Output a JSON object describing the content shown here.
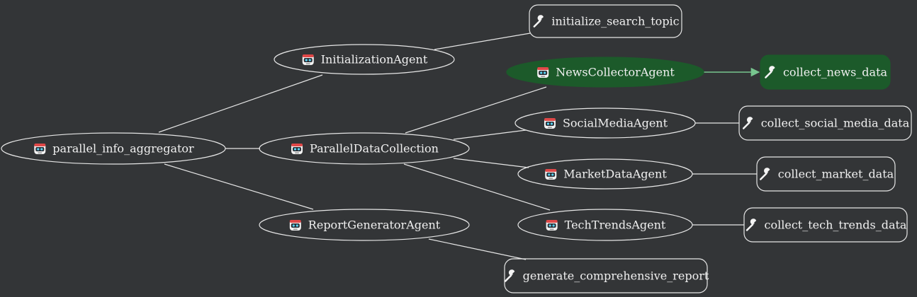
{
  "graph": {
    "nodes": {
      "root": {
        "label": "parallel_info_aggregator",
        "kind": "agent",
        "icon": "robot-icon"
      },
      "init_agent": {
        "label": "InitializationAgent",
        "kind": "agent",
        "icon": "robot-icon"
      },
      "parallel": {
        "label": "ParallelDataCollection",
        "kind": "agent",
        "icon": "robot-icon"
      },
      "report_agent": {
        "label": "ReportGeneratorAgent",
        "kind": "agent",
        "icon": "robot-icon"
      },
      "news_agent": {
        "label": "NewsCollectorAgent",
        "kind": "agent",
        "icon": "robot-icon",
        "active": true
      },
      "social_agent": {
        "label": "SocialMediaAgent",
        "kind": "agent",
        "icon": "robot-icon"
      },
      "market_agent": {
        "label": "MarketDataAgent",
        "kind": "agent",
        "icon": "robot-icon"
      },
      "tech_agent": {
        "label": "TechTrendsAgent",
        "kind": "agent",
        "icon": "robot-icon"
      },
      "tool_init": {
        "label": "initialize_search_topic",
        "kind": "tool",
        "icon": "wrench-icon"
      },
      "tool_news": {
        "label": "collect_news_data",
        "kind": "tool",
        "icon": "wrench-icon",
        "active": true
      },
      "tool_social": {
        "label": "collect_social_media_data",
        "kind": "tool",
        "icon": "wrench-icon"
      },
      "tool_market": {
        "label": "collect_market_data",
        "kind": "tool",
        "icon": "wrench-icon"
      },
      "tool_tech": {
        "label": "collect_tech_trends_data",
        "kind": "tool",
        "icon": "wrench-icon"
      },
      "tool_report": {
        "label": "generate_comprehensive_report",
        "kind": "tool",
        "icon": "wrench-icon"
      }
    },
    "edges": [
      {
        "from": "root",
        "to": "init_agent"
      },
      {
        "from": "root",
        "to": "parallel"
      },
      {
        "from": "root",
        "to": "report_agent"
      },
      {
        "from": "init_agent",
        "to": "tool_init"
      },
      {
        "from": "parallel",
        "to": "news_agent"
      },
      {
        "from": "parallel",
        "to": "social_agent"
      },
      {
        "from": "parallel",
        "to": "market_agent"
      },
      {
        "from": "parallel",
        "to": "tech_agent"
      },
      {
        "from": "news_agent",
        "to": "tool_news",
        "active": true,
        "arrow": true
      },
      {
        "from": "social_agent",
        "to": "tool_social"
      },
      {
        "from": "market_agent",
        "to": "tool_market"
      },
      {
        "from": "tech_agent",
        "to": "tool_tech"
      },
      {
        "from": "report_agent",
        "to": "tool_report"
      }
    ],
    "colors": {
      "background": "#333537",
      "stroke": "#e6e6e6",
      "text": "#f0f0f0",
      "active_fill": "#1c5a2a",
      "active_edge": "#77c58e"
    }
  }
}
